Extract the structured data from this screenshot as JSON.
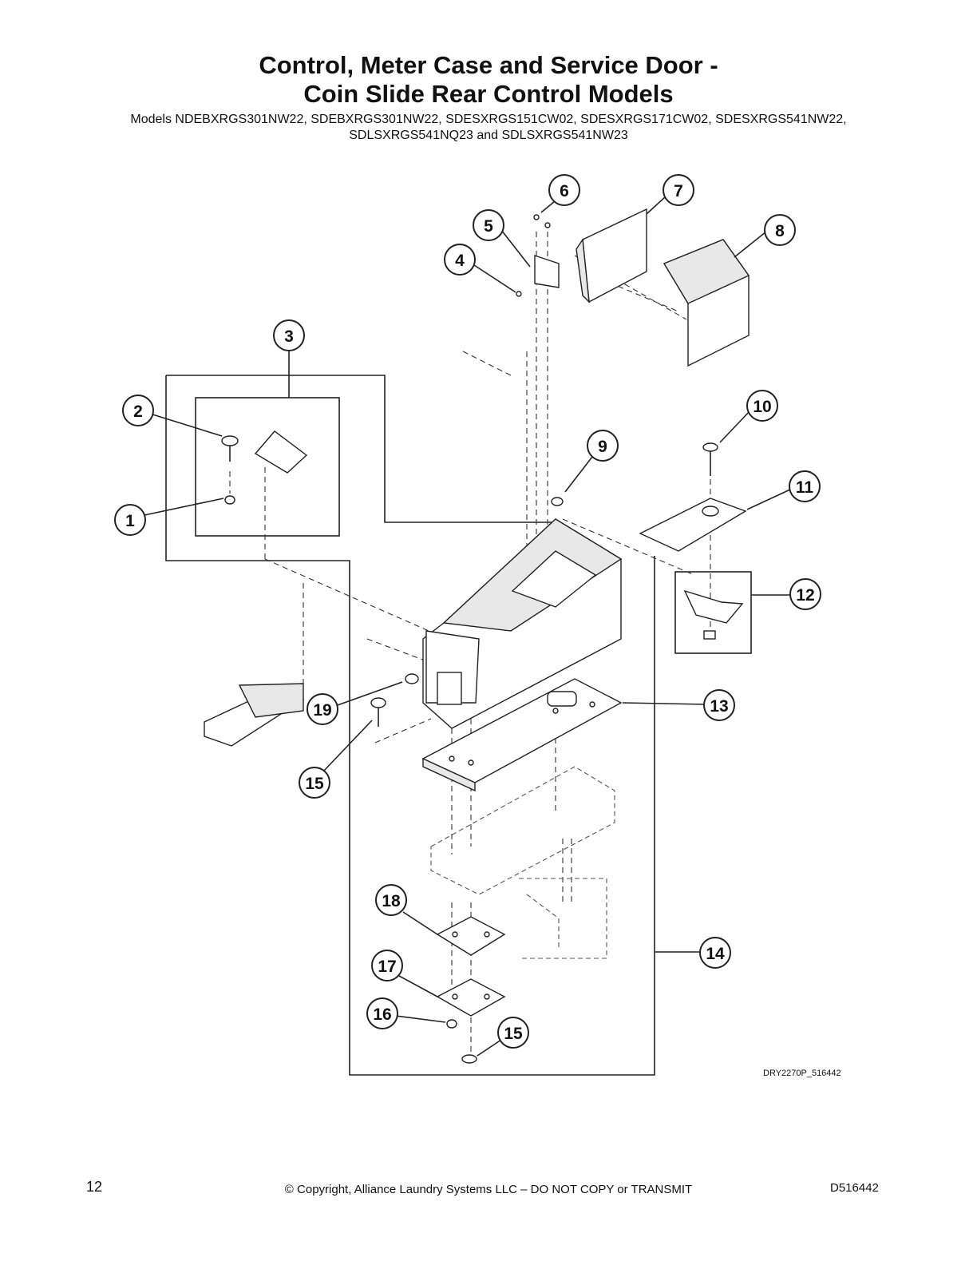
{
  "header": {
    "title_line1": "Control, Meter Case and Service Door -",
    "title_line2": "Coin Slide Rear Control Models",
    "models_line1": "Models NDEBXRGS301NW22, SDEBXRGS301NW22, SDESXRGS151CW02, SDESXRGS171CW02, SDESXRGS541NW22,",
    "models_line2": "SDLSXRGS541NQ23 and SDLSXRGS541NW23"
  },
  "diagram": {
    "figure_code": "DRY2270P_516442",
    "callouts": [
      "1",
      "2",
      "3",
      "4",
      "5",
      "6",
      "7",
      "8",
      "9",
      "10",
      "11",
      "12",
      "13",
      "14",
      "15",
      "16",
      "17",
      "18",
      "19",
      "15"
    ]
  },
  "footer": {
    "page_number": "12",
    "copyright": "© Copyright, Alliance Laundry Systems LLC – DO NOT COPY or TRANSMIT",
    "doc_id": "D516442"
  }
}
